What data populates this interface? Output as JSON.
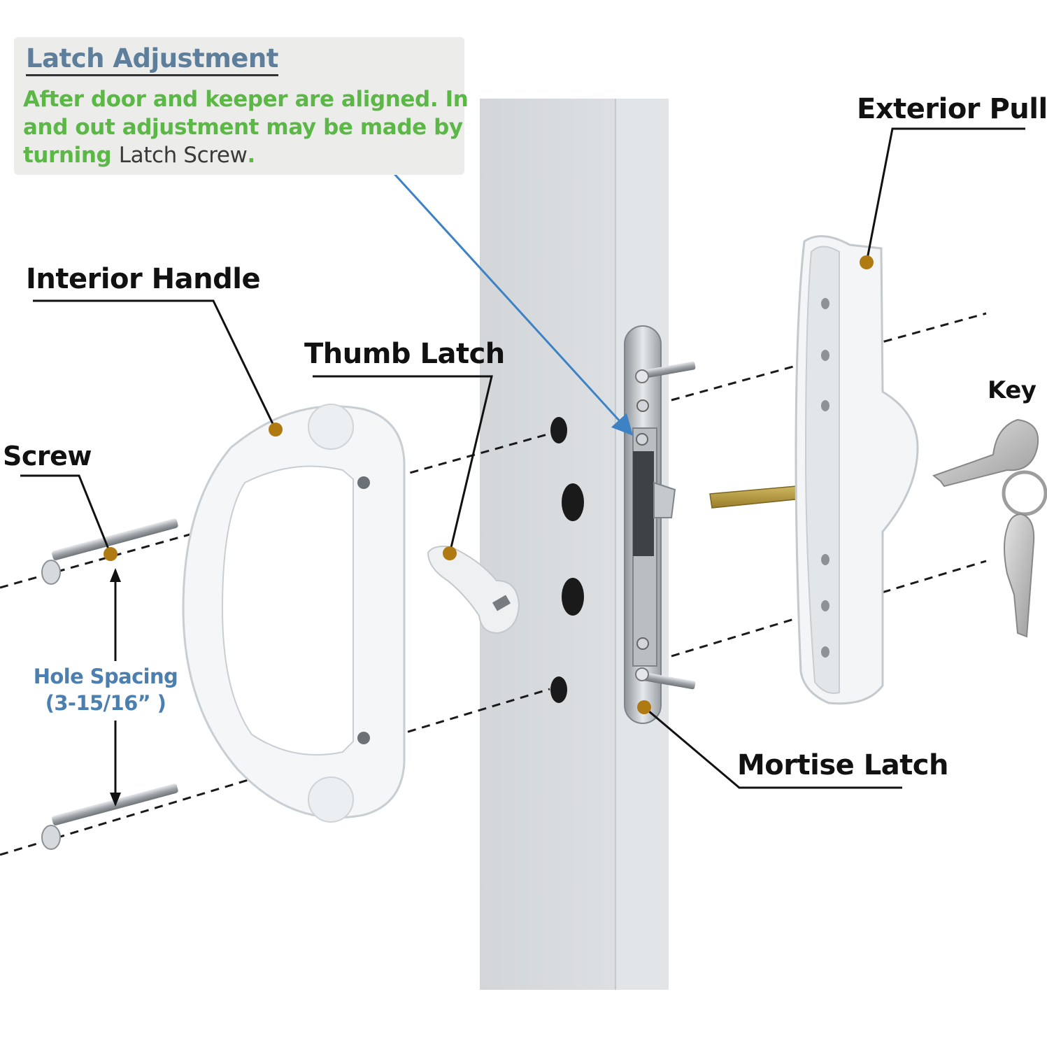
{
  "latch_adjustment": {
    "title": "Latch Adjustment",
    "body_text": "After door and keeper are aligned. In and out adjustment may be made by turning ",
    "highlight": "Latch Screw",
    "end": "."
  },
  "labels": {
    "interior_handle": "Interior Handle",
    "thumb_latch": "Thumb Latch",
    "screw": "Screw",
    "exterior_pull": "Exterior Pull",
    "key": "Key",
    "mortise_latch": "Mortise Latch",
    "hole_spacing": "Hole Spacing",
    "hole_spacing_value": "(3-15/16” )"
  },
  "colors": {
    "title_blue": "#5d7f9c",
    "body_green": "#5cb846",
    "spacing_blue": "#4a7fb0",
    "arrow_blue": "#3d82c4",
    "dot_gold": "#b07a13",
    "door_gray": "#d8dcdf"
  }
}
